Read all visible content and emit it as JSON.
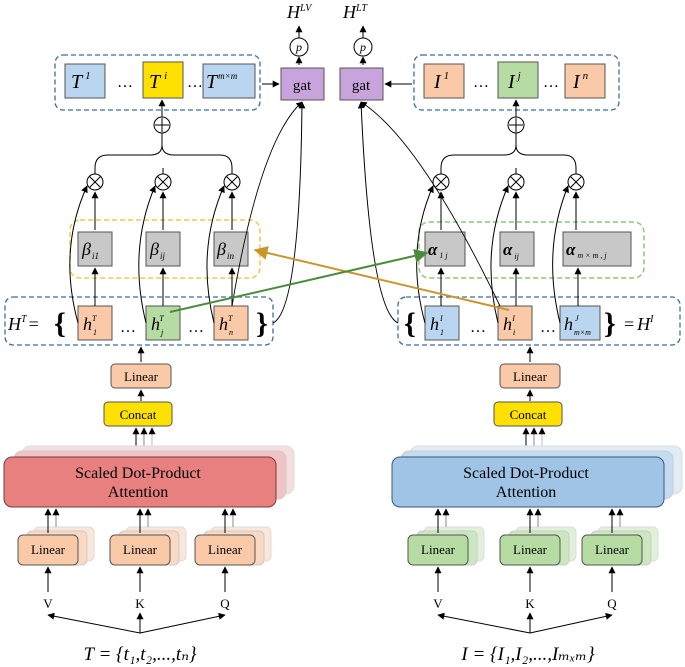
{
  "colors": {
    "tBox": "#f9c9a8",
    "tStroke": "#c98a5e",
    "tBlue": "#b9d5ef",
    "iGreen": "#b6dca3",
    "iGreenStroke": "#6f9a5b",
    "gat": "#c9a3dc",
    "gray": "#c8c8c8",
    "concat": "#ffe100",
    "attnRed": "#e98080",
    "attnBlue": "#9fc4e6",
    "dashBlue": "#3a6ea5",
    "dashYellow": "#f2c94c",
    "dashGreen": "#8fc97a",
    "arrowGold": "#c8962b",
    "arrowGreen": "#4d8a3e"
  },
  "top": {
    "hlv": {
      "base": "H",
      "sup": "LV"
    },
    "hlt": {
      "base": "H",
      "sup": "LT"
    },
    "p_left": "p",
    "p_right": "p",
    "gat_left": "gat",
    "gat_right": "gat"
  },
  "left": {
    "t_row": [
      {
        "base": "T",
        "sup": "1"
      },
      {
        "base": "T",
        "sup": "i"
      },
      {
        "base": "T",
        "sup": "m×m"
      }
    ],
    "ellipsis": "…",
    "betas": [
      {
        "base": "β",
        "sub": "i1"
      },
      {
        "base": "β",
        "sub": "ij"
      },
      {
        "base": "β",
        "sub": "in"
      }
    ],
    "ht_label": {
      "base": "H",
      "sup": "T",
      "eq": "="
    },
    "h_row": [
      {
        "base": "h",
        "sub": "1",
        "sup": "T"
      },
      {
        "base": "h",
        "sub": "j",
        "sup": "T"
      },
      {
        "base": "h",
        "sub": "n",
        "sup": "T"
      }
    ],
    "linear_top": "Linear",
    "concat": "Concat",
    "attention": [
      "Scaled Dot-Product",
      "Attention"
    ],
    "linear_bottom": [
      "Linear",
      "Linear",
      "Linear"
    ],
    "vkq": [
      "V",
      "K",
      "Q"
    ],
    "input_formula": "T = {t₁,t₂,...,tₙ}"
  },
  "right": {
    "i_row": [
      {
        "base": "I",
        "sup": "1"
      },
      {
        "base": "I",
        "sup": "j"
      },
      {
        "base": "I",
        "sup": "n"
      }
    ],
    "ellipsis": "…",
    "alphas": [
      {
        "base": "α",
        "sub": "1 j"
      },
      {
        "base": "α",
        "sub": "ij"
      },
      {
        "base": "α",
        "sub": "m × m , j"
      }
    ],
    "hi_label": {
      "eq": "=",
      "base": "H",
      "sup": "I"
    },
    "h_row": [
      {
        "base": "h",
        "sub": "1",
        "sup": "I"
      },
      {
        "base": "h",
        "sub": "i",
        "sup": "I"
      },
      {
        "base": "h",
        "sub": "m×m",
        "sup": "J"
      }
    ],
    "linear_top": "Linear",
    "concat": "Concat",
    "attention": [
      "Scaled Dot-Product",
      "Attention"
    ],
    "linear_bottom": [
      "Linear",
      "Linear",
      "Linear"
    ],
    "vkq": [
      "V",
      "K",
      "Q"
    ],
    "input_formula": "I = {I₁,I₂,...,Iₘₓₘ}"
  }
}
